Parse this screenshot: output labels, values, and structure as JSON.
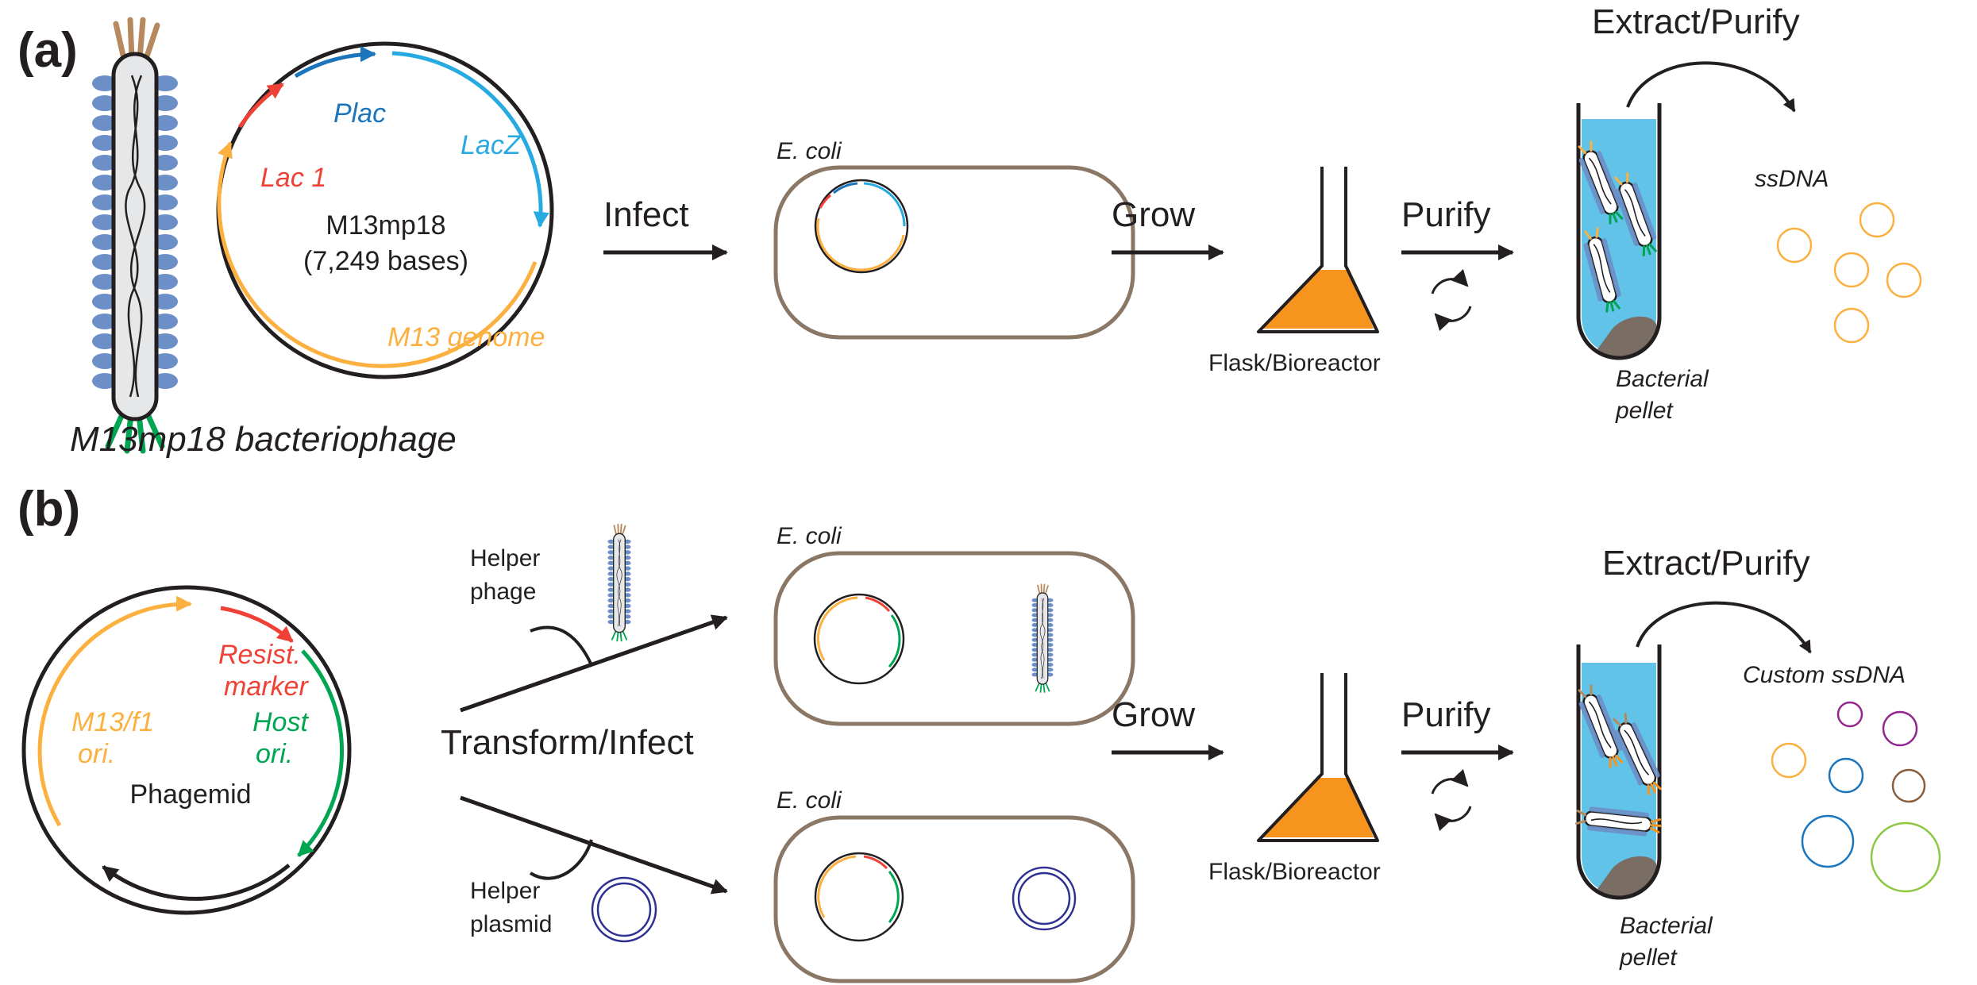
{
  "panel_a": {
    "label": "(a)",
    "phage_caption": "M13mp18 bacteriophage",
    "plasmid": {
      "name": "M13mp18",
      "size": "(7,249 bases)",
      "segments": [
        "Plac",
        "LacZ",
        "Lac 1",
        "M13 genome"
      ]
    },
    "cell_label": "E. coli",
    "arrow_infect": "Infect",
    "arrow_grow": "Grow",
    "arrow_purify": "Purify",
    "flask_label": "Flask/Bioreactor",
    "extract_label": "Extract/Purify",
    "product_label": "ssDNA",
    "pellet_line1": "Bacterial",
    "pellet_line2": "pellet"
  },
  "panel_b": {
    "label": "(b)",
    "phagemid": {
      "name": "Phagemid",
      "resist_1": "Resist.",
      "resist_2": "marker",
      "host_1": "Host",
      "host_2": "ori.",
      "ori_1": "M13/f1",
      "ori_2": "ori."
    },
    "helper_phage_1": "Helper",
    "helper_phage_2": "phage",
    "helper_plasmid_1": "Helper",
    "helper_plasmid_2": "plasmid",
    "transform_label": "Transform/Infect",
    "cell_label_top": "E. coli",
    "cell_label_bottom": "E. coli",
    "arrow_grow": "Grow",
    "arrow_purify": "Purify",
    "flask_label": "Flask/Bioreactor",
    "extract_label": "Extract/Purify",
    "product_label": "Custom ssDNA",
    "pellet_line1": "Bacterial",
    "pellet_line2": "pellet"
  },
  "colors": {
    "red": "#ef4136",
    "blue": "#1b75bc",
    "cyan": "#27aae1",
    "orange": "#fbb040",
    "green": "#00a651",
    "purple": "#92278f",
    "brown": "#8b5e3c",
    "lime": "#8dc63f",
    "navy": "#2e3192",
    "coat": "#6d8fc7",
    "tube": "#61c3e8",
    "broth": "#f7941d",
    "pellet": "#7a6e64",
    "cell": "#8b7765"
  }
}
